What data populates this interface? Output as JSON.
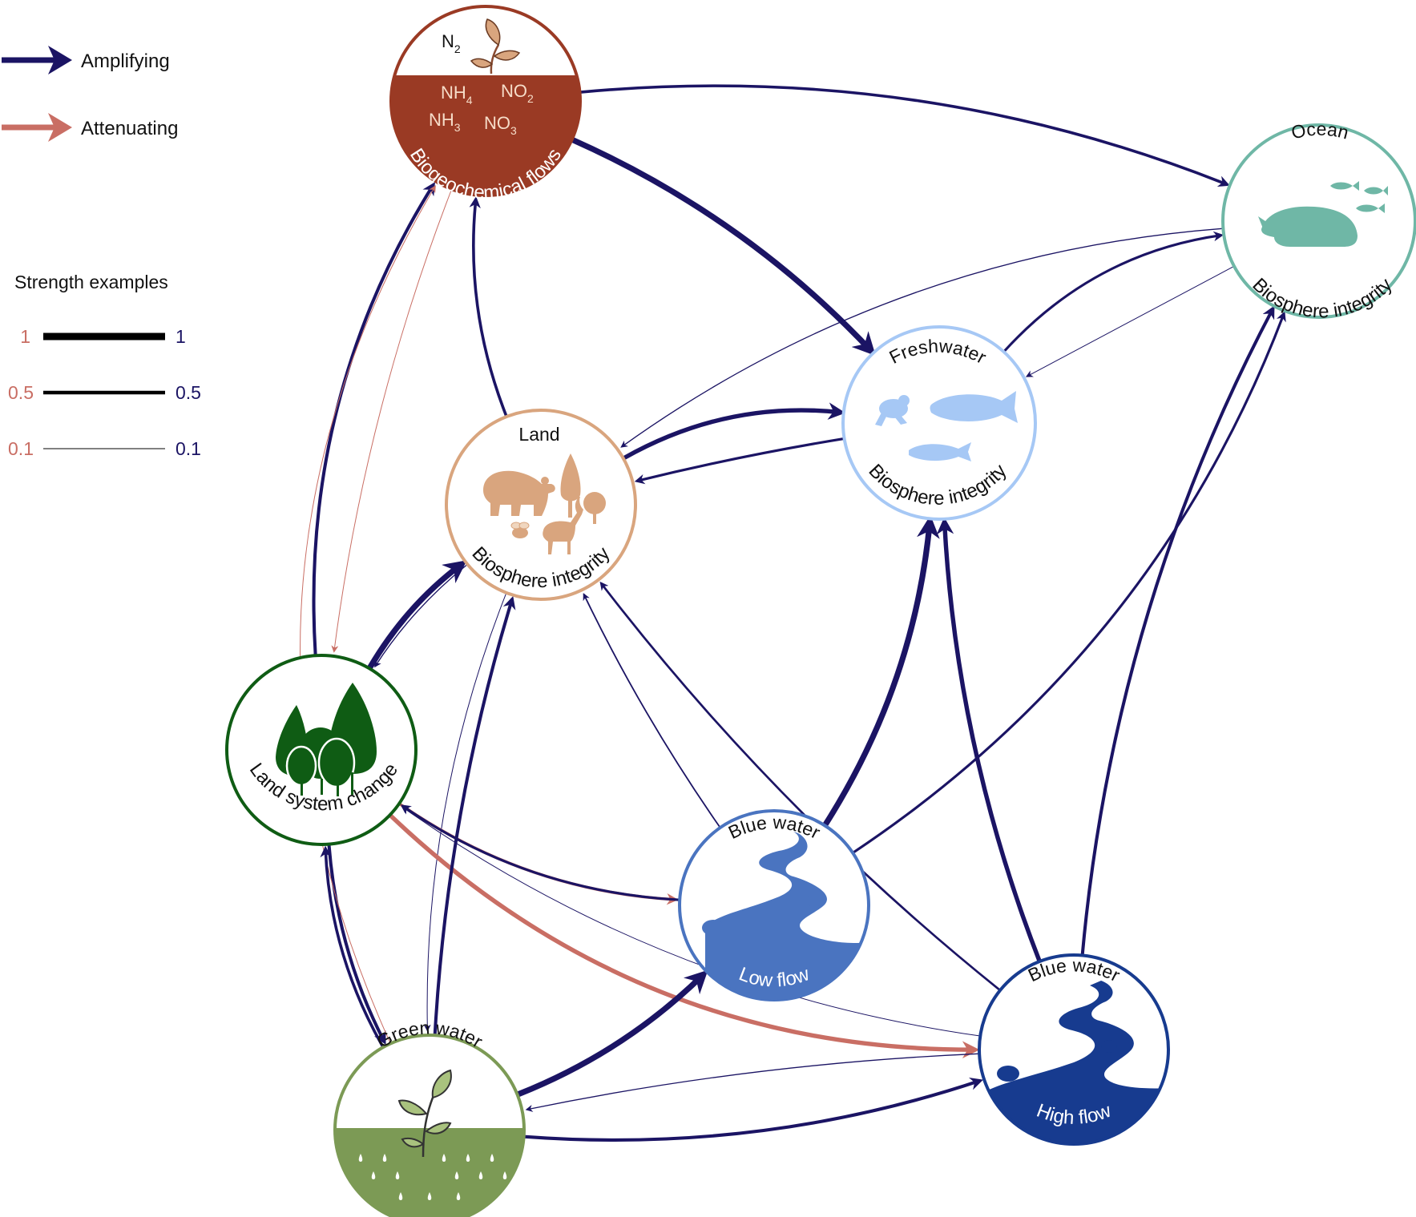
{
  "legend": {
    "amplifying": "Amplifying",
    "attenuating": "Attenuating",
    "strength_title": "Strength examples",
    "strengths": [
      {
        "left": "1",
        "right": "1"
      },
      {
        "left": "0.5",
        "right": "0.5"
      },
      {
        "left": "0.1",
        "right": "0.1"
      }
    ]
  },
  "colors": {
    "amplifying": "#1b1464",
    "attenuating": "#c96e64",
    "biogeochem": "#9a3a24",
    "land": "#d9a57e",
    "freshwater": "#a6c8f5",
    "ocean": "#6fb7a6",
    "land_system": "#0f5c14",
    "green_water": "#7c9a55",
    "blue_low": "#4a74c0",
    "blue_high": "#173b8f"
  },
  "nodes": {
    "biogeochem": {
      "n2": "N",
      "n2_sub": "2",
      "nh4": "NH",
      "nh4_sub": "4",
      "no2": "NO",
      "no2_sub": "2",
      "nh3": "NH",
      "nh3_sub": "3",
      "no3": "NO",
      "no3_sub": "3",
      "label": "Biogeochemical flows"
    },
    "land": {
      "title": "Land",
      "label": "Biosphere integrity"
    },
    "freshwater": {
      "title": "Freshwater",
      "label": "Biosphere integrity"
    },
    "ocean": {
      "title": "Ocean",
      "label": "Biosphere integrity"
    },
    "land_system": {
      "label": "Land system change"
    },
    "green_water": {
      "title": "Green water"
    },
    "blue_low": {
      "title": "Blue water",
      "label": "Low flow"
    },
    "blue_high": {
      "title": "Blue water",
      "label": "High flow"
    }
  },
  "edges": [
    {
      "from": "biogeochem",
      "to": "ocean",
      "kind": "amplifying",
      "strength": 0.4
    },
    {
      "from": "biogeochem",
      "to": "freshwater",
      "kind": "amplifying",
      "strength": 0.8
    },
    {
      "from": "biogeochem",
      "to": "land_system",
      "kind": "attenuating",
      "strength": 0.1
    },
    {
      "from": "land",
      "to": "biogeochem",
      "kind": "amplifying",
      "strength": 0.4
    },
    {
      "from": "land",
      "to": "freshwater",
      "kind": "amplifying",
      "strength": 0.6
    },
    {
      "from": "land",
      "to": "land_system",
      "kind": "amplifying",
      "strength": 0.15
    },
    {
      "from": "land",
      "to": "green_water",
      "kind": "amplifying",
      "strength": 0.1
    },
    {
      "from": "ocean",
      "to": "land",
      "kind": "amplifying",
      "strength": 0.15
    },
    {
      "from": "ocean",
      "to": "freshwater",
      "kind": "amplifying",
      "strength": 0.05
    },
    {
      "from": "freshwater",
      "to": "ocean",
      "kind": "amplifying",
      "strength": 0.35
    },
    {
      "from": "freshwater",
      "to": "land",
      "kind": "amplifying",
      "strength": 0.35
    },
    {
      "from": "land_system",
      "to": "biogeochem",
      "kind": "amplifying",
      "strength": 0.45
    },
    {
      "from": "land_system",
      "to": "land",
      "kind": "amplifying",
      "strength": 0.8
    },
    {
      "from": "land_system",
      "to": "green_water",
      "kind": "amplifying",
      "strength": 0.45
    },
    {
      "from": "land_system",
      "to": "blue_low",
      "kind": "attenuating",
      "strength": 0.4
    },
    {
      "from": "land_system",
      "to": "blue_high",
      "kind": "attenuating",
      "strength": 0.6
    },
    {
      "from": "green_water",
      "to": "biogeochem",
      "kind": "attenuating",
      "strength": 0.1
    },
    {
      "from": "green_water",
      "to": "land",
      "kind": "amplifying",
      "strength": 0.45
    },
    {
      "from": "green_water",
      "to": "land_system",
      "kind": "amplifying",
      "strength": 0.4
    },
    {
      "from": "green_water",
      "to": "blue_low",
      "kind": "amplifying",
      "strength": 0.8
    },
    {
      "from": "green_water",
      "to": "blue_high",
      "kind": "amplifying",
      "strength": 0.45
    },
    {
      "from": "blue_low",
      "to": "land",
      "kind": "amplifying",
      "strength": 0.2
    },
    {
      "from": "blue_low",
      "to": "land_system",
      "kind": "amplifying",
      "strength": 0.35
    },
    {
      "from": "blue_low",
      "to": "freshwater",
      "kind": "amplifying",
      "strength": 0.8
    },
    {
      "from": "blue_low",
      "to": "ocean",
      "kind": "amplifying",
      "strength": 0.35
    },
    {
      "from": "blue_high",
      "to": "land",
      "kind": "amplifying",
      "strength": 0.3
    },
    {
      "from": "blue_high",
      "to": "freshwater",
      "kind": "amplifying",
      "strength": 0.6
    },
    {
      "from": "blue_high",
      "to": "ocean",
      "kind": "amplifying",
      "strength": 0.45
    },
    {
      "from": "blue_high",
      "to": "land_system",
      "kind": "amplifying",
      "strength": 0.1
    },
    {
      "from": "blue_high",
      "to": "green_water",
      "kind": "amplifying",
      "strength": 0.15
    }
  ]
}
